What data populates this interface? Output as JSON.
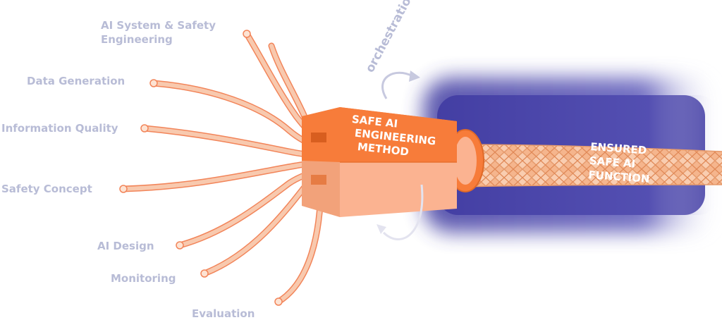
{
  "inputs": [
    {
      "line1": "AI System & Safety",
      "line2": "Engineering"
    },
    {
      "line1": "Data Generation"
    },
    {
      "line1": "Information Quality"
    },
    {
      "line1": "Safety Concept"
    },
    {
      "line1": "AI Design"
    },
    {
      "line1": "Monitoring"
    },
    {
      "line1": "Evaluation"
    }
  ],
  "method": {
    "lines": [
      "SAFE AI",
      "ENGINEERING",
      "METHOD"
    ]
  },
  "orchestration_label": "orchestration",
  "output": {
    "lines": [
      "ENSURED",
      "SAFE AI",
      "FUNCTION"
    ]
  },
  "colors": {
    "strand": "#f8c9ae",
    "strand_edge": "#f2855a",
    "block_top": "#f77c3a",
    "block_front": "#fbb391",
    "rope": "#f5b58d",
    "glow": "#4a45a8",
    "label": "#b8bcd6"
  }
}
